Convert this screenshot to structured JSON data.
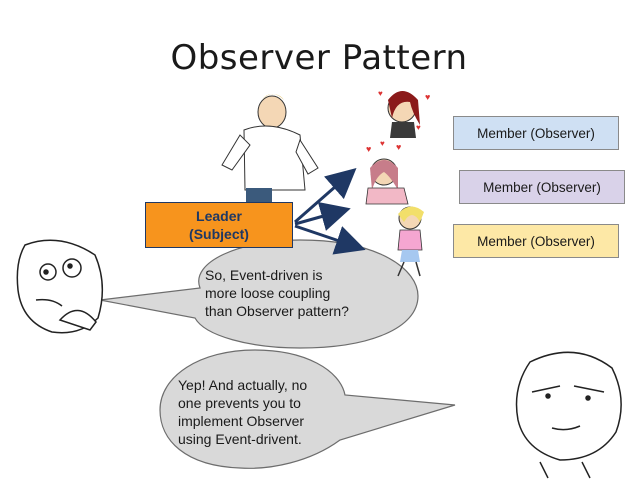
{
  "title": "Observer Pattern",
  "leader": {
    "line1": "Leader",
    "line2": "(Subject)"
  },
  "members": [
    {
      "label": "Member (Observer)",
      "color": "#cfe0f3"
    },
    {
      "label": "Member (Observer)",
      "color": "#d9d2e9"
    },
    {
      "label": "Member (Observer)",
      "color": "#fde8a6"
    }
  ],
  "bubble1": {
    "lines": [
      "So, Event-driven is",
      "more loose coupling",
      "than Observer pattern?"
    ]
  },
  "bubble2": {
    "lines": [
      "Yep! And actually, no",
      "one prevents you to",
      "implement Observer",
      "using Event-drivent."
    ]
  },
  "colors": {
    "leader": "#f7941d",
    "arrow": "#1f3864",
    "bubble": "#d9d9d9"
  }
}
